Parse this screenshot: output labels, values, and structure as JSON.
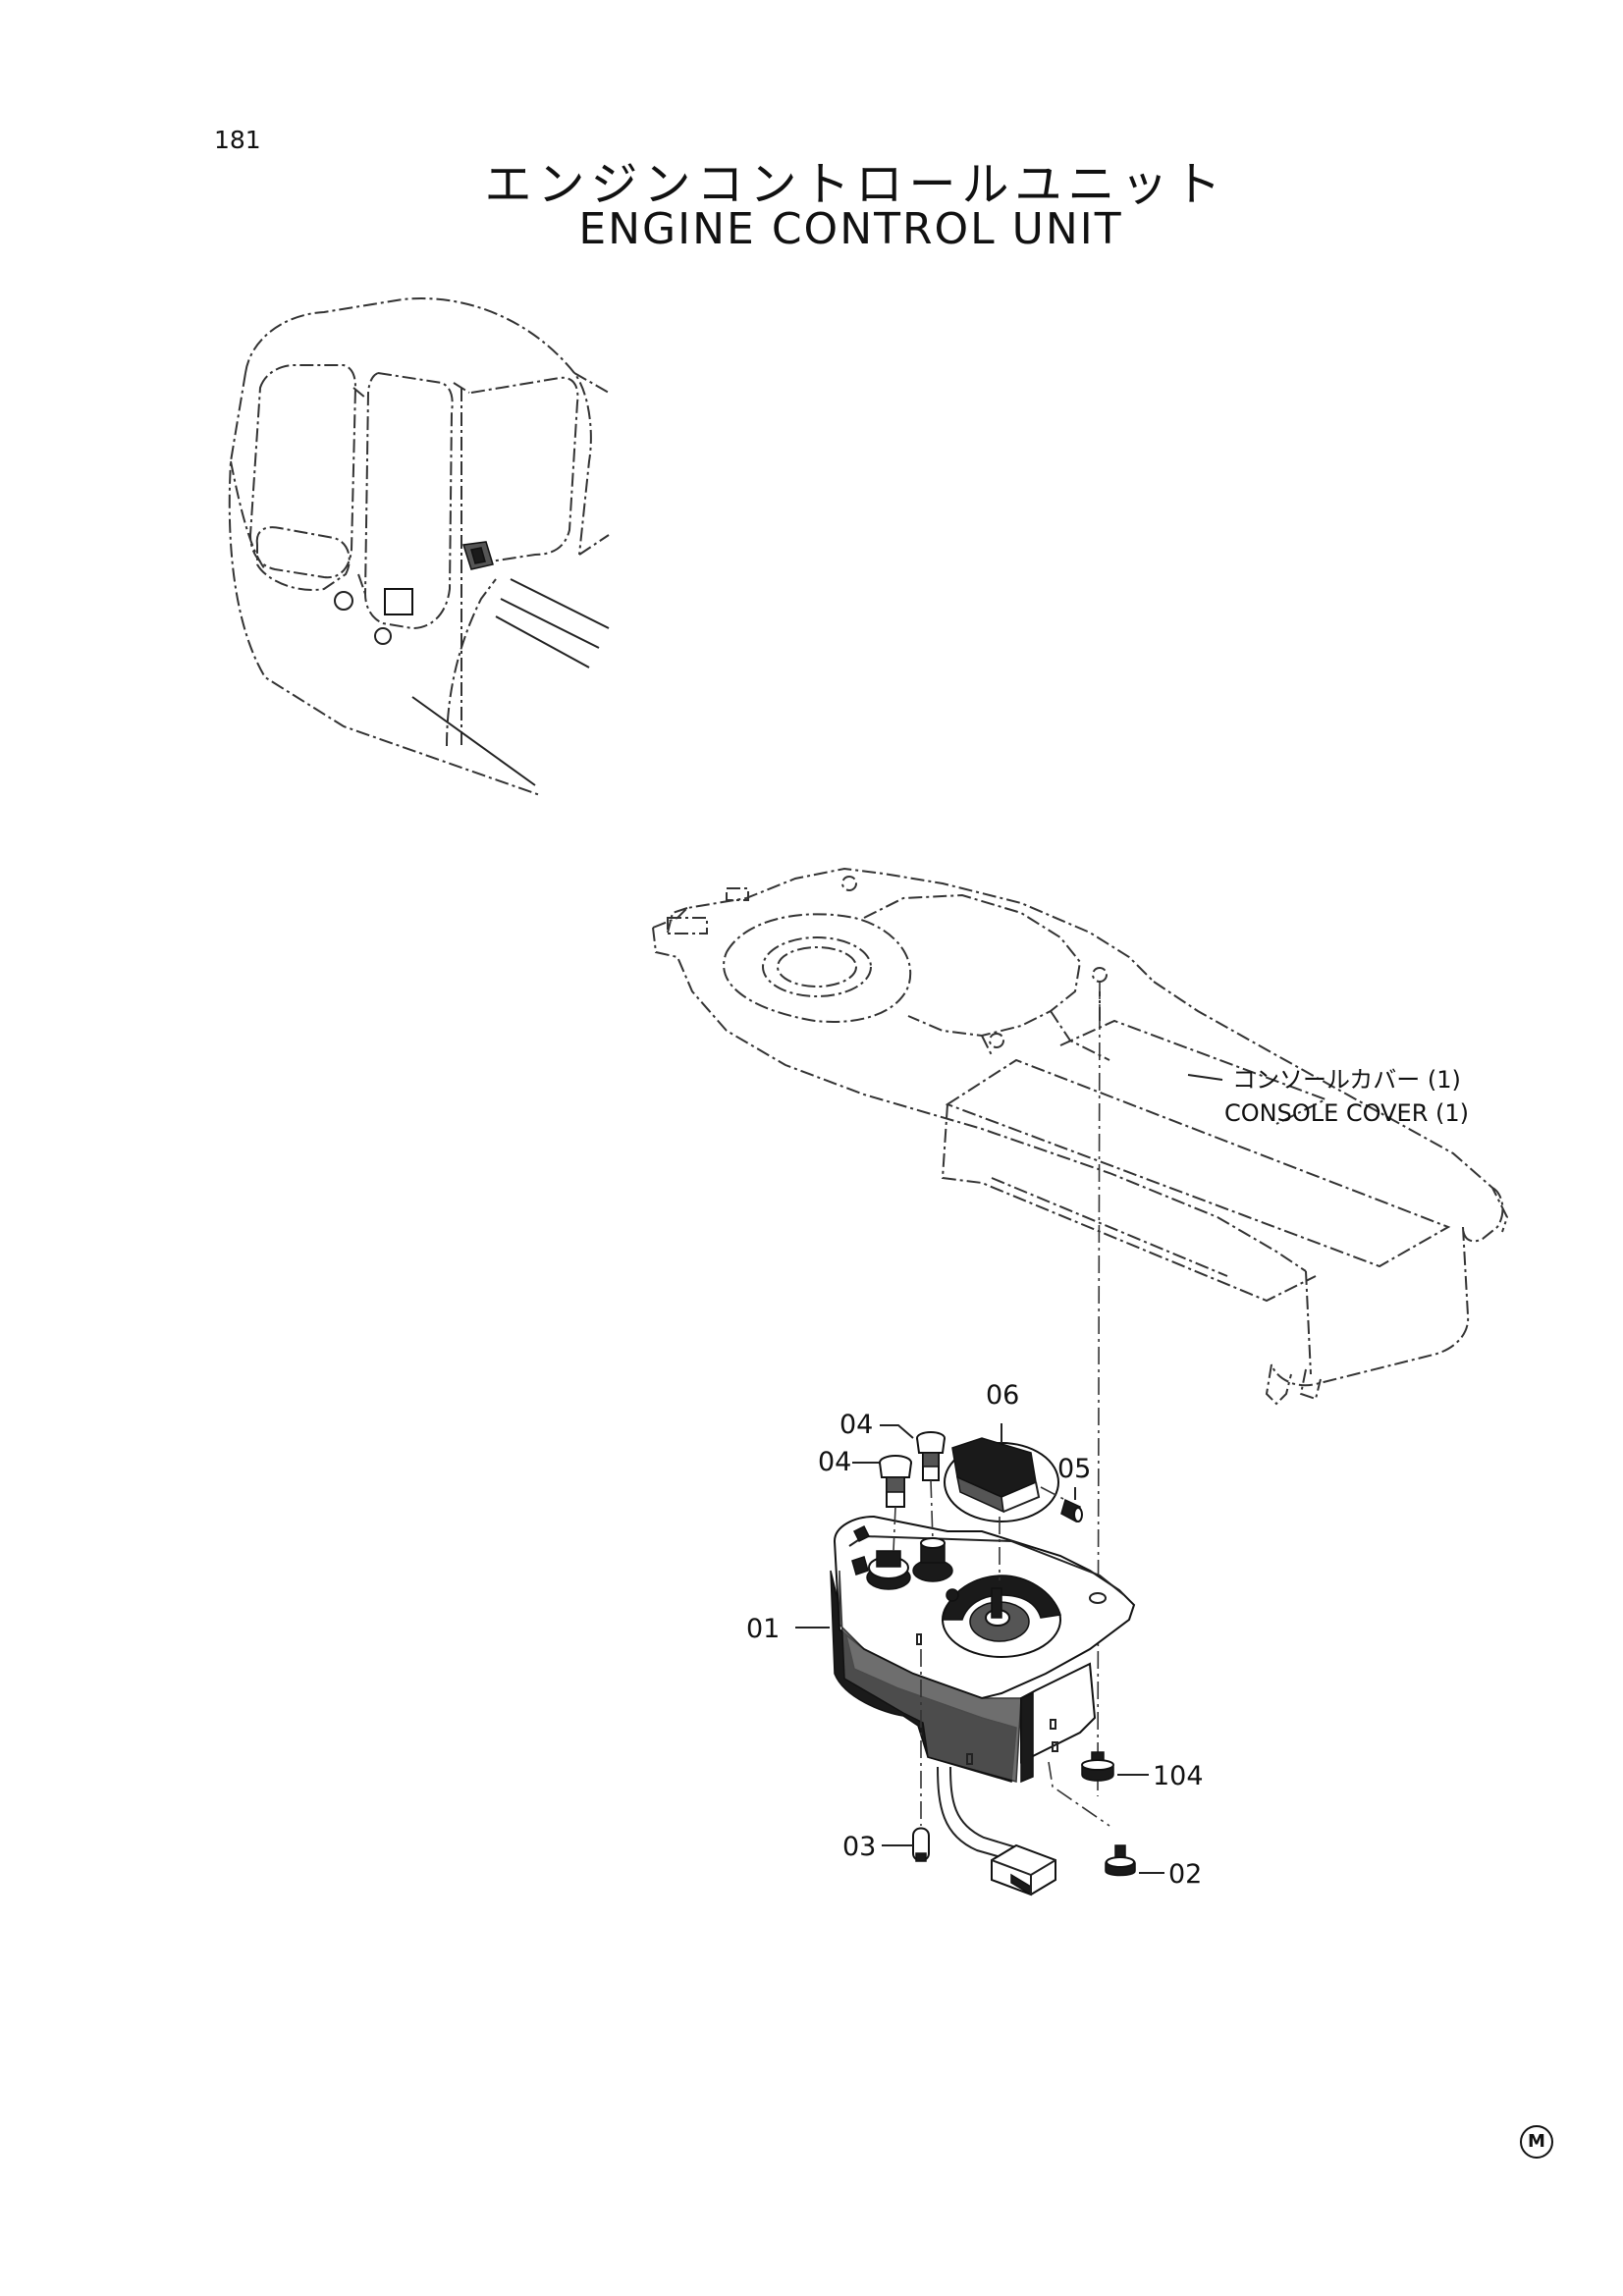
{
  "page": {
    "number": "181",
    "title_jp": "エンジンコントロールユニット",
    "title_en": "ENGINE CONTROL UNIT",
    "mark": "M"
  },
  "callouts": {
    "console_cover_jp": "コンソールカバー (1)",
    "console_cover_en": "CONSOLE COVER (1)",
    "part_01": "01",
    "part_02": "02",
    "part_03": "03",
    "part_04a": "04",
    "part_04b": "04",
    "part_05": "05",
    "part_06": "06",
    "part_104": "104"
  }
}
